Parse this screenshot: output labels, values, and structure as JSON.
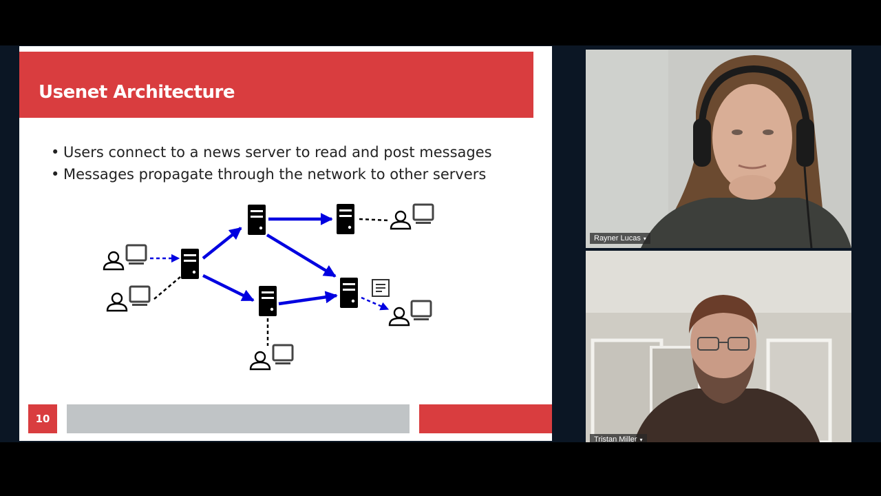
{
  "slide": {
    "title": "Usenet Architecture",
    "bullets": [
      "Users connect to a news server to read and post messages",
      "Messages propagate through the network to other servers"
    ],
    "page_number": "10",
    "colors": {
      "accent": "#d93d3f",
      "arrow": "#0000e0",
      "footer_gray": "#c0c4c6"
    },
    "diagram": {
      "icons": [
        "server-icon",
        "user-icon",
        "computer-icon",
        "message-icon"
      ]
    }
  },
  "participants": [
    {
      "name": "Rayner Lucas",
      "menu_icon": "chevron-down-icon"
    },
    {
      "name": "Tristan Miller",
      "menu_icon": "chevron-down-icon"
    }
  ]
}
